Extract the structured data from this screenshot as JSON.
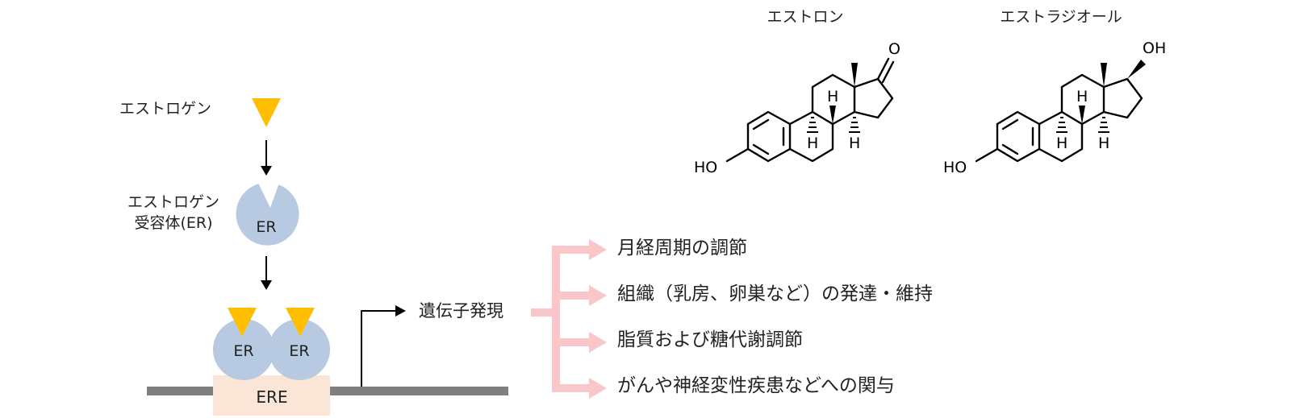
{
  "pathway": {
    "estrogen_label": "エストロゲン",
    "receptor_label_line1": "エストロゲン",
    "receptor_label_line2": "受容体(ER)",
    "receptor_abbrev": "ER",
    "dna_element": "ERE",
    "gene_expression": "遺伝子発現"
  },
  "effects": [
    "月経周期の調節",
    "組織（乳房、卵巣など）の発達・維持",
    "脂質および糖代謝調節",
    "がんや神経変性疾患などへの関与"
  ],
  "molecules": {
    "estrone": {
      "name": "エストロン",
      "ketone_label": "O",
      "hydroxyl_label": "HO",
      "h_label": "H"
    },
    "estradiol": {
      "name": "エストラジオール",
      "oh_label": "OH",
      "hydroxyl_label": "HO",
      "h_label": "H"
    }
  },
  "colors": {
    "ligand": "#FFBF00",
    "receptor": "#B7CAE2",
    "ere_box": "#FBE5D6",
    "dna": "#7F7F7F",
    "effect_arrow": "#F9C6C9",
    "line": "#000000"
  }
}
